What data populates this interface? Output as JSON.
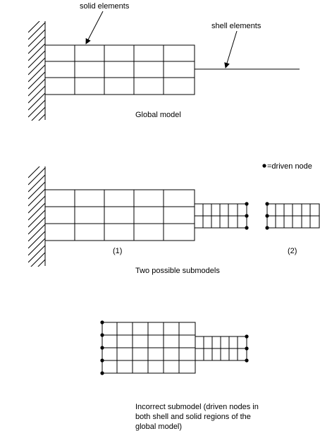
{
  "labels": {
    "solid_elements": "solid elements",
    "shell_elements": "shell elements",
    "global_model": "Global model",
    "driven_node_legend": "=driven node",
    "submodel_1": "(1)",
    "submodel_2": "(2)",
    "two_possible": "Two possible submodels",
    "incorrect_line1": "Incorrect submodel (driven nodes in",
    "incorrect_line2": "both shell and solid regions of the",
    "incorrect_line3": "global model)"
  },
  "colors": {
    "stroke": "#000000",
    "background": "#ffffff"
  }
}
